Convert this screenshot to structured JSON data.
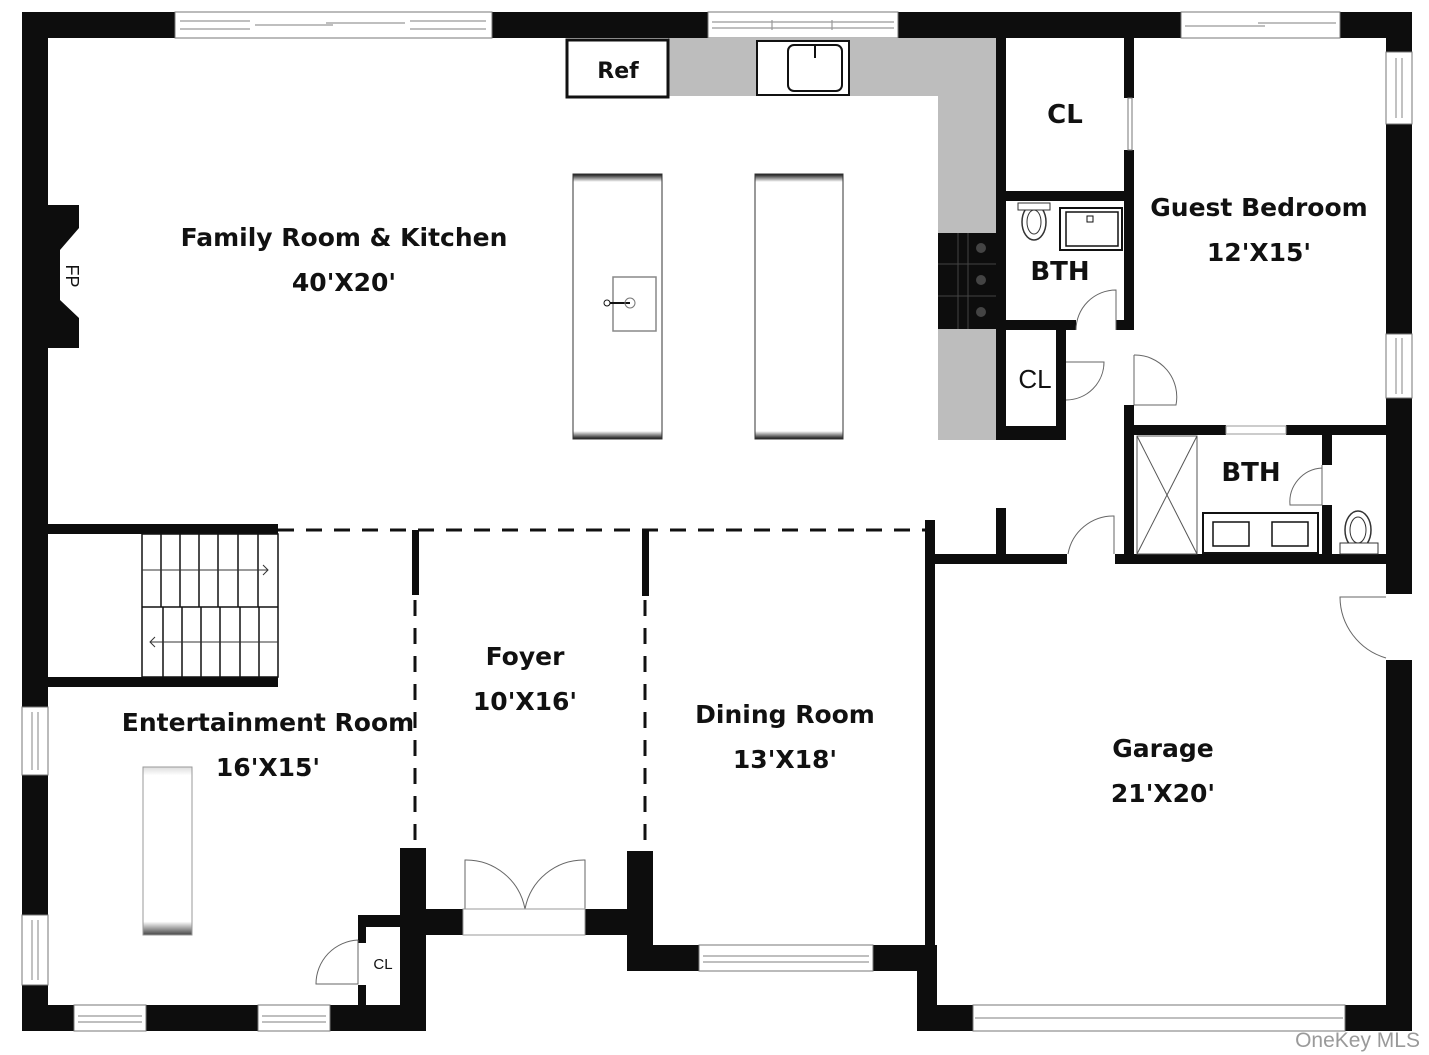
{
  "plan": {
    "rooms": [
      {
        "name": "Family Room & Kitchen",
        "size": "40'X20'"
      },
      {
        "name": "Guest Bedroom",
        "size": "12'X15'"
      },
      {
        "name": "Entertainment Room",
        "size": "16'X15'"
      },
      {
        "name": "Foyer",
        "size": "10'X16'"
      },
      {
        "name": "Dining Room",
        "size": "13'X18'"
      },
      {
        "name": "Garage",
        "size": "21'X20'"
      }
    ],
    "small_labels": {
      "closet_top": "CL",
      "bath_top": "BTH",
      "closet_mid": "CL",
      "bath_right": "BTH",
      "closet_entry": "CL",
      "fireplace": "FP",
      "refrigerator": "Ref"
    },
    "colors": {
      "wall": "#0d0d0d",
      "counter": "#bdbdbd",
      "background": "#ffffff",
      "watermark": "#9a9a9a"
    }
  },
  "watermark": "OneKey MLS"
}
